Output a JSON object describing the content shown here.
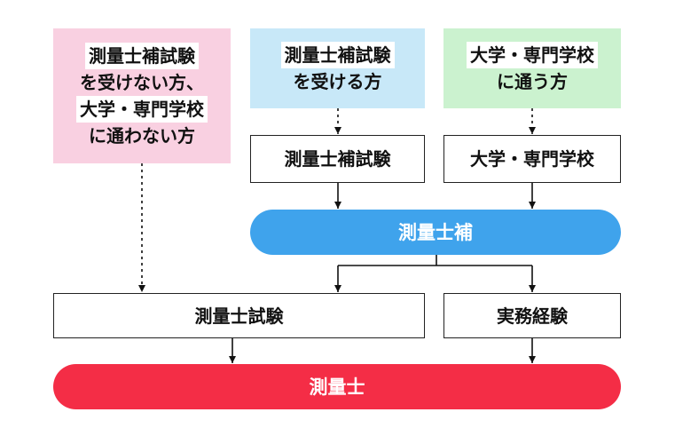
{
  "routes": {
    "neither": {
      "lines": [
        "測量士補試験",
        "を受けない方、",
        "大学・専門学校",
        "に通わない方"
      ],
      "bg": "#f9d0e1"
    },
    "exam": {
      "lines": [
        "測量士補試験",
        "を受ける方"
      ],
      "bg": "#c8e8f8"
    },
    "school": {
      "lines": [
        "大学・専門学校",
        "に通う方"
      ],
      "bg": "#cbf2cf"
    }
  },
  "steps": {
    "assistant_exam": "測量士補試験",
    "school": "大学・専門学校",
    "assistant": "測量士補",
    "surveyor_exam": "測量士試験",
    "practical_experience": "実務経験",
    "surveyor": "測量士"
  },
  "colors": {
    "assistant": "#3fa3ec",
    "surveyor": "#f42d46",
    "line": "#111111"
  }
}
